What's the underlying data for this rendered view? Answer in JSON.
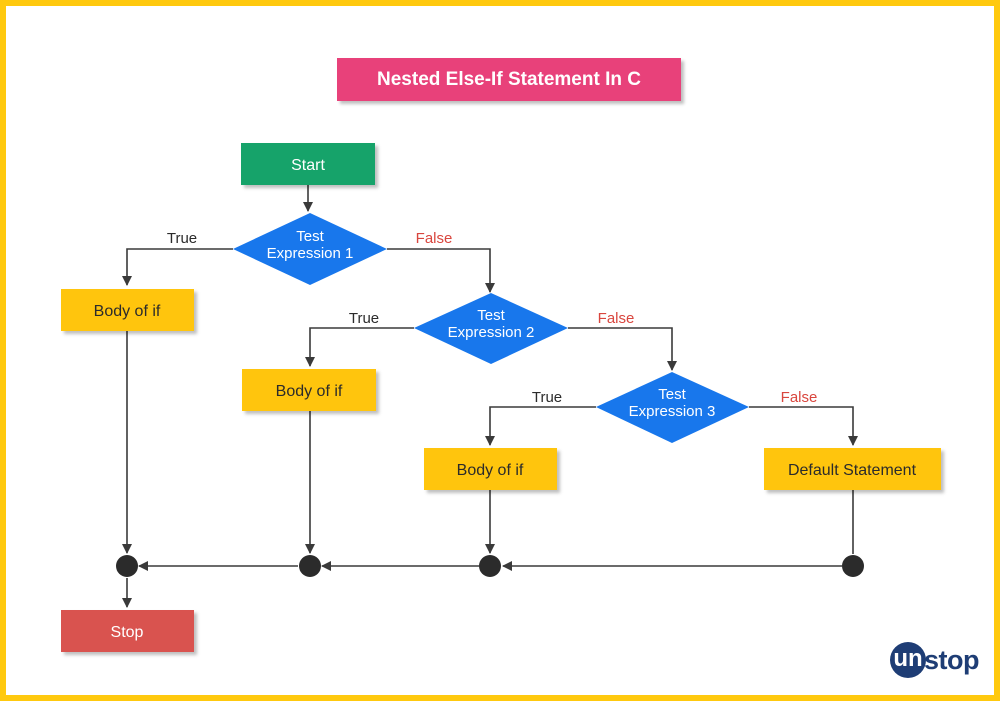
{
  "title": "Nested Else-If Statement In C",
  "colors": {
    "border": "#ffc90e",
    "title_bg": "#e8417a",
    "start": "#14a36b",
    "stop": "#d9534f",
    "body": "#ffc50a",
    "decision": "#1877ec",
    "false_label": "#d9463e",
    "line": "#3a3a3a",
    "logo": "#1e3d75"
  },
  "nodes": {
    "start": "Start",
    "test1": [
      "Test",
      "Expression 1"
    ],
    "test2": [
      "Test",
      "Expression 2"
    ],
    "test3": [
      "Test",
      "Expression 3"
    ],
    "body1": "Body of if",
    "body2": "Body of if",
    "body3": "Body of if",
    "default": "Default Statement",
    "stop": "Stop"
  },
  "labels": {
    "true": "True",
    "false": "False"
  },
  "logo": {
    "mark": "un",
    "text": "stop"
  }
}
